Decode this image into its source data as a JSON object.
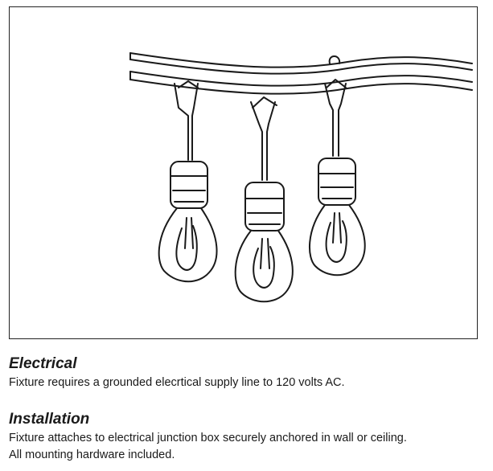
{
  "figure": {
    "illustration": "string-lights-line-drawing",
    "bulb_count": 3
  },
  "sections": {
    "electrical": {
      "heading": "Electrical",
      "text": "Fixture requires a grounded elecrtical supply line to 120 volts AC."
    },
    "installation": {
      "heading": "Installation",
      "lines": [
        "Fixture attaches to electrical junction box securely anchored in wall or ceiling.",
        "All mounting hardware included."
      ]
    }
  }
}
